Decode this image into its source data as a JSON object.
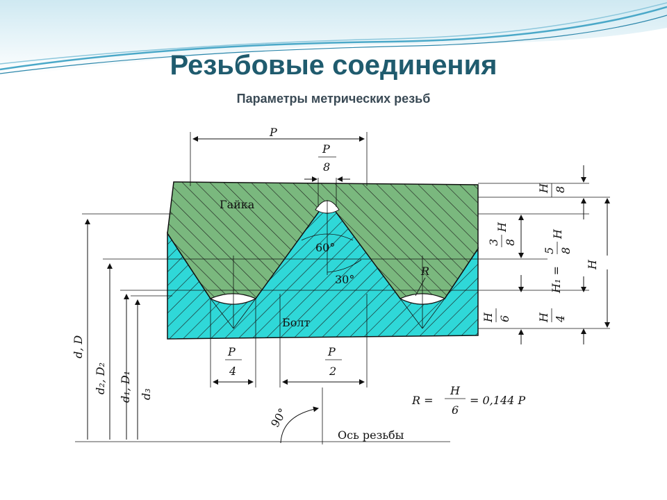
{
  "slide": {
    "title": "Резьбовые соединения",
    "subtitle": "Параметры метрических резьб"
  },
  "diagram": {
    "labels": {
      "pitch": "P",
      "p8_num": "P",
      "p8_den": "8",
      "nut": "Гайка",
      "bolt": "Болт",
      "angle60": "60°",
      "angle30": "30°",
      "radius": "R",
      "p4_num": "P",
      "p4_den": "4",
      "p2_num": "P",
      "p2_den": "2",
      "axis": "Ось резьбы",
      "angle90": "90°",
      "formula_r": "R =",
      "formula_num": "H",
      "formula_den": "6",
      "formula_val": "= 0,144 P",
      "d_D": "d, D",
      "d2_D2": "d₂, D₂",
      "d1_D1": "d₁, D₁",
      "d3": "d₃",
      "h8_num": "H",
      "h8_den": "8",
      "h38_num": "3",
      "h38_den": "8",
      "h38_var": "H",
      "h1_label": "H₁ =",
      "h58_num": "5",
      "h58_den": "8",
      "h58_var": "H",
      "h_total": "H",
      "h6_num": "H",
      "h6_den": "6",
      "h4_num": "H",
      "h4_den": "4"
    },
    "colors": {
      "nut": "#7ab87e",
      "bolt": "#2fd8d8",
      "hatch": "#1a1a1a",
      "title": "#1f5b6e",
      "wave": "#4aa8c8"
    }
  }
}
